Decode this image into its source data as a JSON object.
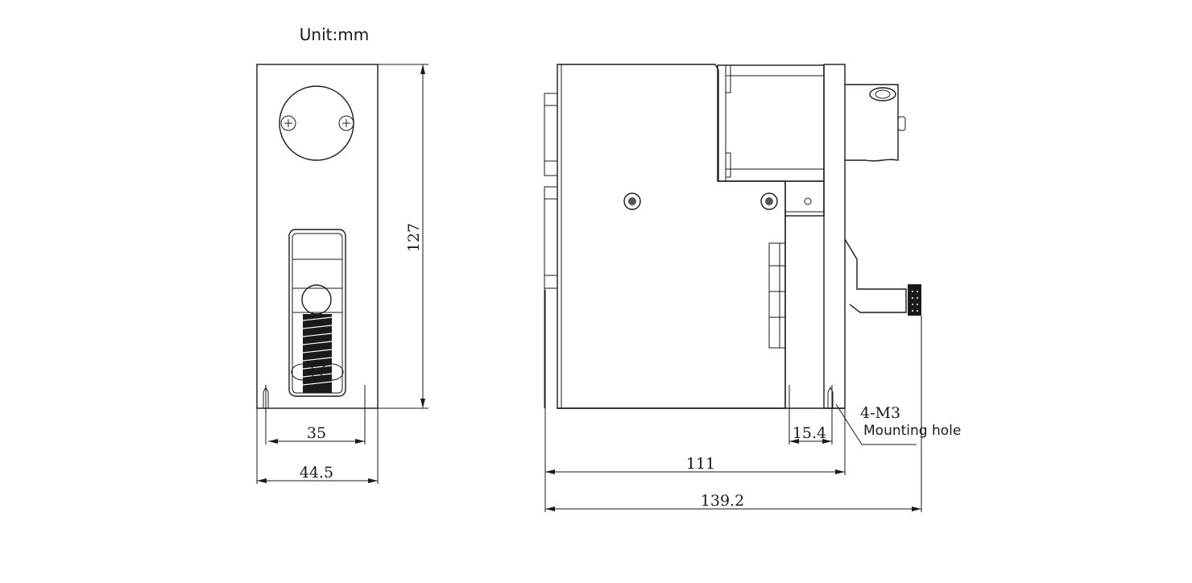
{
  "unit_label": "Unit:mm",
  "front_view": {
    "height": "127",
    "hole_spacing": "35",
    "width": "44.5"
  },
  "side_view": {
    "hole_offset": "15.4",
    "body_length": "111",
    "total_length": "139.2"
  },
  "callout": {
    "thread": "4-M3",
    "description": "Mounting hole"
  },
  "colors": {
    "line": "#1a1a1a",
    "background": "#ffffff"
  }
}
